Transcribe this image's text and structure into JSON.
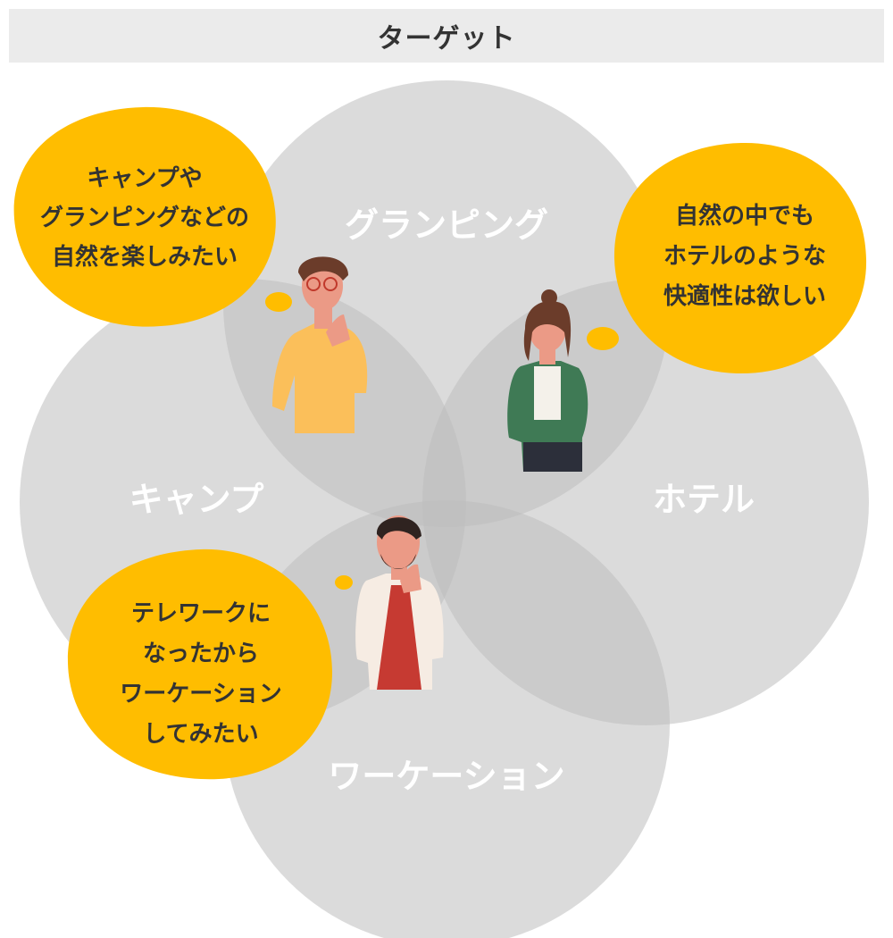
{
  "header": {
    "title": "ターゲット"
  },
  "circles": {
    "glamping": "グランピング",
    "camp": "キャンプ",
    "hotel": "ホテル",
    "workation": "ワーケーション"
  },
  "bubbles": {
    "camp_wish": [
      "キャンプや",
      "グランピングなどの",
      "自然を楽しみたい"
    ],
    "hotel_wish": [
      "自然の中でも",
      "ホテルのような",
      "快適性は欲しい"
    ],
    "work_wish": [
      "テレワークに",
      "なったから",
      "ワーケーション",
      "してみたい"
    ]
  },
  "colors": {
    "header_bg": "#ebebeb",
    "circle_fill": "#bdbdbd",
    "circle_label": "#ffffff",
    "bubble_fill": "#ffbd00",
    "bubble_text": "#333333"
  }
}
